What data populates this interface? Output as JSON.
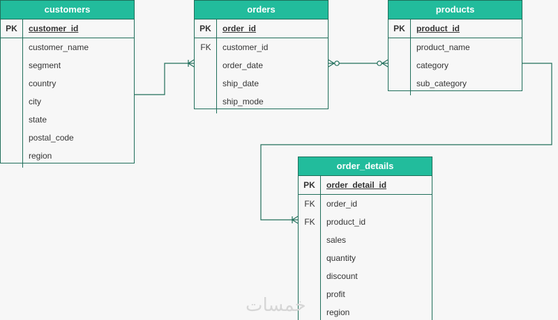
{
  "entities": {
    "customers": {
      "title": "customers",
      "pk": {
        "key": "PK",
        "name": "customer_id"
      },
      "fields": [
        {
          "key": "",
          "name": "customer_name"
        },
        {
          "key": "",
          "name": "segment"
        },
        {
          "key": "",
          "name": "country"
        },
        {
          "key": "",
          "name": "city"
        },
        {
          "key": "",
          "name": "state"
        },
        {
          "key": "",
          "name": "postal_code"
        },
        {
          "key": "",
          "name": "region"
        }
      ]
    },
    "orders": {
      "title": "orders",
      "pk": {
        "key": "PK",
        "name": "order_id"
      },
      "fields": [
        {
          "key": "FK",
          "name": "customer_id"
        },
        {
          "key": "",
          "name": "order_date"
        },
        {
          "key": "",
          "name": "ship_date"
        },
        {
          "key": "",
          "name": "ship_mode"
        }
      ]
    },
    "products": {
      "title": "products",
      "pk": {
        "key": "PK",
        "name": "product_id"
      },
      "fields": [
        {
          "key": "",
          "name": "product_name"
        },
        {
          "key": "",
          "name": "category"
        },
        {
          "key": "",
          "name": "sub_category"
        }
      ]
    },
    "order_details": {
      "title": "order_details",
      "pk": {
        "key": "PK",
        "name": "order_detail_id"
      },
      "fields": [
        {
          "key": "FK",
          "name": "order_id"
        },
        {
          "key": "FK",
          "name": "product_id"
        },
        {
          "key": "",
          "name": "sales"
        },
        {
          "key": "",
          "name": "quantity"
        },
        {
          "key": "",
          "name": "discount"
        },
        {
          "key": "",
          "name": "profit"
        },
        {
          "key": "",
          "name": "region"
        }
      ]
    }
  },
  "relationships": [
    {
      "from": "customers",
      "to": "orders",
      "cardinality": "one-to-many"
    },
    {
      "from": "orders",
      "to": "products",
      "cardinality": "zero-or-many to zero-or-many"
    },
    {
      "from": "products",
      "to": "order_details",
      "cardinality": "one-to-many"
    }
  ],
  "watermark": "خمسات",
  "colors": {
    "header_bg": "#22bc9c",
    "border": "#1f6e5a",
    "text": "#333333",
    "background": "#f7f7f7"
  }
}
